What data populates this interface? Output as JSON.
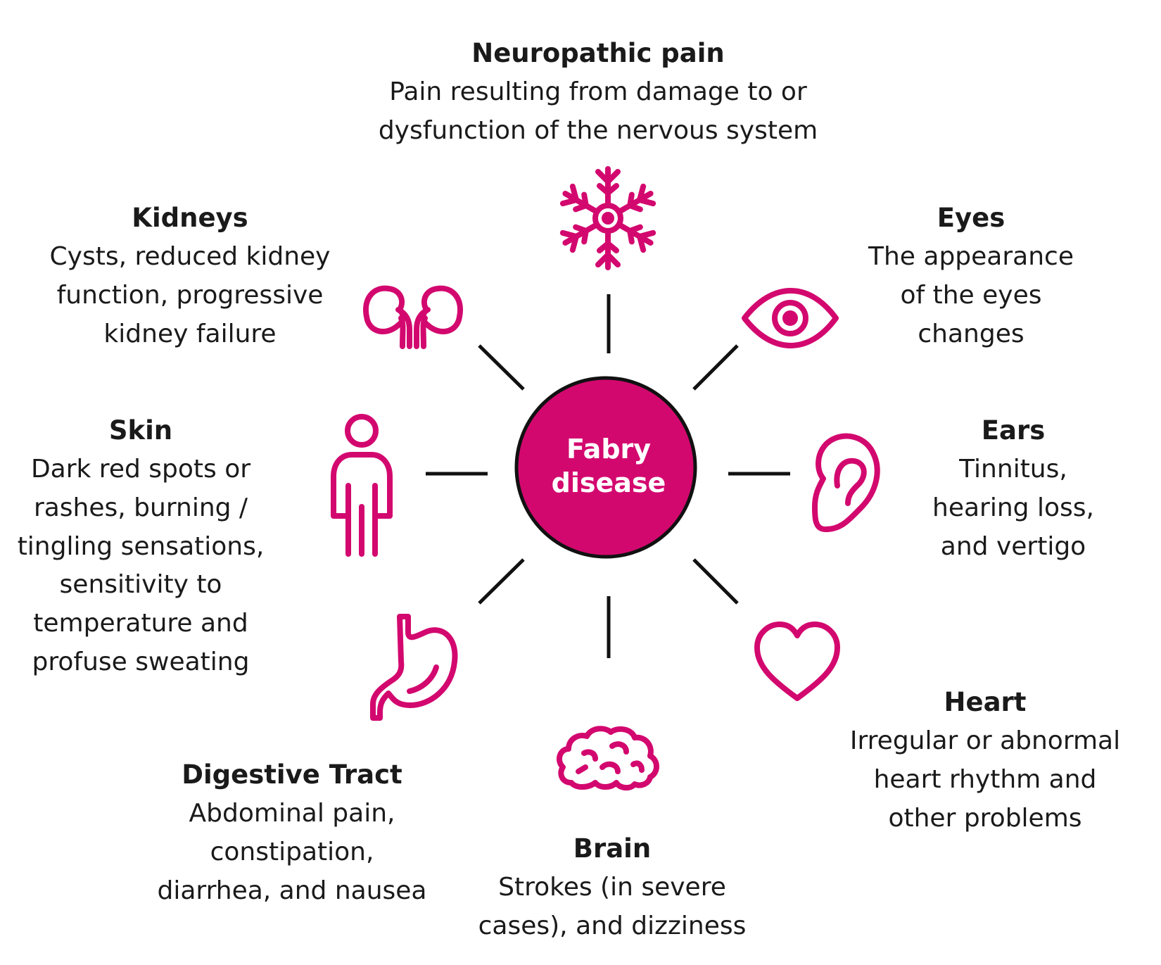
{
  "center": {
    "line1": "Fabry",
    "line2": "disease",
    "color": "#d3086f"
  },
  "accent_color": "#d3086f",
  "sections": {
    "neuropathic": {
      "icon": "neuron-icon",
      "title": "Neuropathic pain",
      "lines": [
        "Pain resulting from damage to or",
        "dysfunction of the nervous system"
      ]
    },
    "kidneys": {
      "icon": "kidneys-icon",
      "title": "Kidneys",
      "lines": [
        "Cysts, reduced kidney",
        "function, progressive",
        "kidney failure"
      ]
    },
    "eyes": {
      "icon": "eye-icon",
      "title": "Eyes",
      "lines": [
        "The appearance",
        "of the eyes",
        "changes"
      ]
    },
    "skin": {
      "icon": "person-icon",
      "title": "Skin",
      "lines": [
        "Dark red spots or",
        "rashes, burning /",
        "tingling sensations,",
        "sensitivity to",
        "temperature and",
        "profuse sweating"
      ]
    },
    "ears": {
      "icon": "ear-icon",
      "title": "Ears",
      "lines": [
        "Tinnitus,",
        "hearing loss,",
        "and vertigo"
      ]
    },
    "heart": {
      "icon": "heart-icon",
      "title": "Heart",
      "lines": [
        "Irregular or abnormal",
        "heart rhythm and",
        "other problems"
      ]
    },
    "digestive": {
      "icon": "stomach-icon",
      "title": "Digestive Tract",
      "lines": [
        "Abdominal pain,",
        "constipation,",
        "diarrhea, and nausea"
      ]
    },
    "brain": {
      "icon": "brain-icon",
      "title": "Brain",
      "lines": [
        "Strokes (in severe",
        "cases), and dizziness"
      ]
    }
  }
}
